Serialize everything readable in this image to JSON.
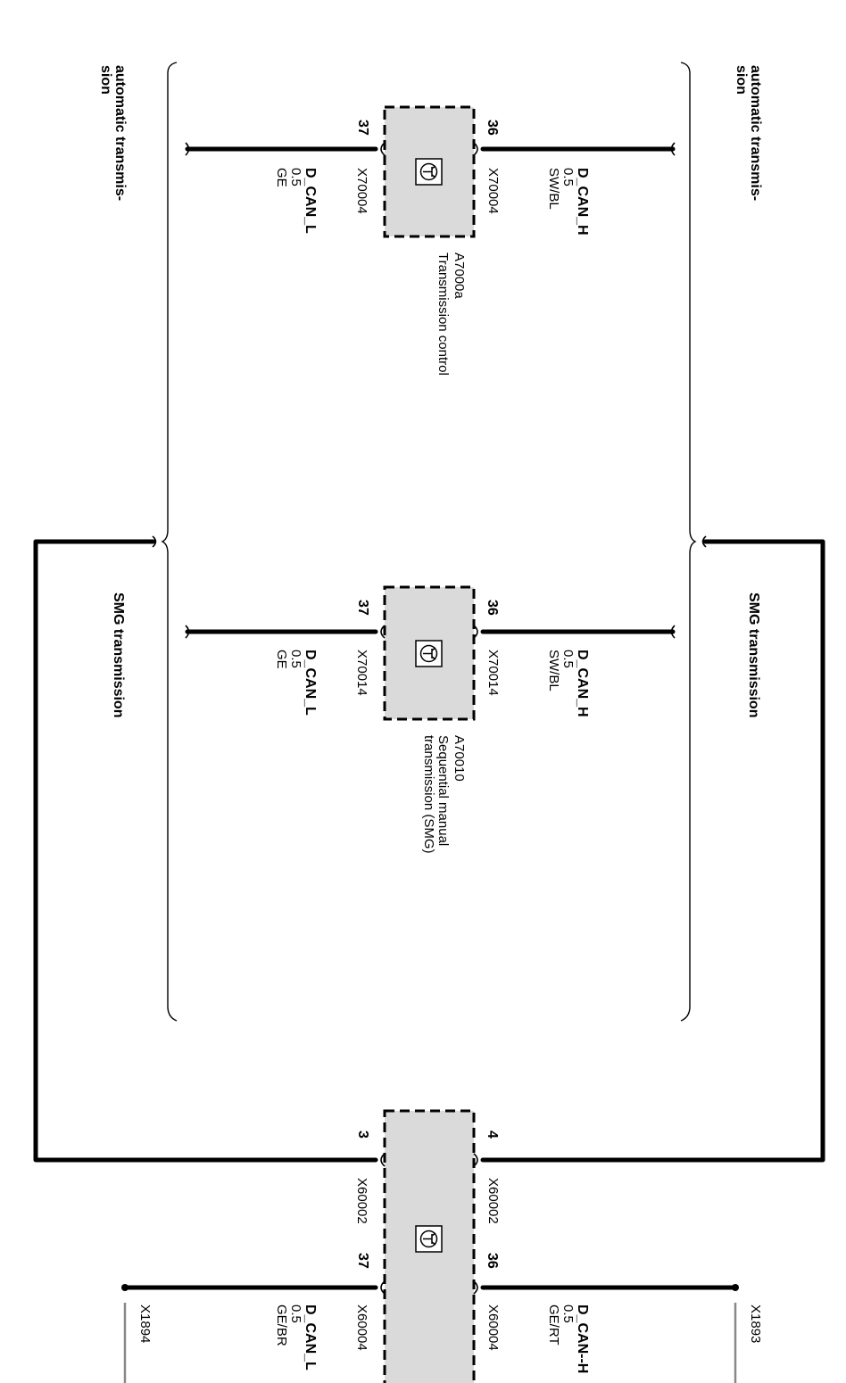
{
  "modules": {
    "transmission_control": {
      "id": "A7000a",
      "name": "Transmission control",
      "connector": "X70004",
      "pin_high": "36",
      "pin_low": "37",
      "high_signal": "D_CAN_H",
      "high_size": "0.5",
      "high_color": "SW/BL",
      "low_signal": "D_CAN_L",
      "low_size": "0.5",
      "low_color": "GE"
    },
    "smg": {
      "id": "A70010",
      "name_line1": "Sequential manual",
      "name_line2": "transmission (SMG)",
      "connector": "X70014",
      "pin_high": "36",
      "pin_low": "37",
      "high_signal": "D_CAN_H",
      "high_size": "0.5",
      "high_color": "SW/BL",
      "low_signal": "D_CAN_L",
      "low_size": "0.5",
      "low_color": "GE"
    },
    "gateway": {
      "connector_a": "X60002",
      "pin_a_high": "4",
      "pin_a_low": "3",
      "connector_b": "X60004",
      "pin_b_high": "36",
      "pin_b_low": "37",
      "high_signal": "D_CAN--H",
      "high_size": "0.5",
      "high_color": "GE/RT",
      "low_signal": "D_CAN_L",
      "low_size": "0.5",
      "low_color": "GE/BR",
      "splice_high": "X1893",
      "splice_low": "X1894"
    }
  },
  "variants": {
    "automatic_line1": "automatic transmis-",
    "automatic_line2": "sion",
    "smg": "SMG  transmission"
  }
}
